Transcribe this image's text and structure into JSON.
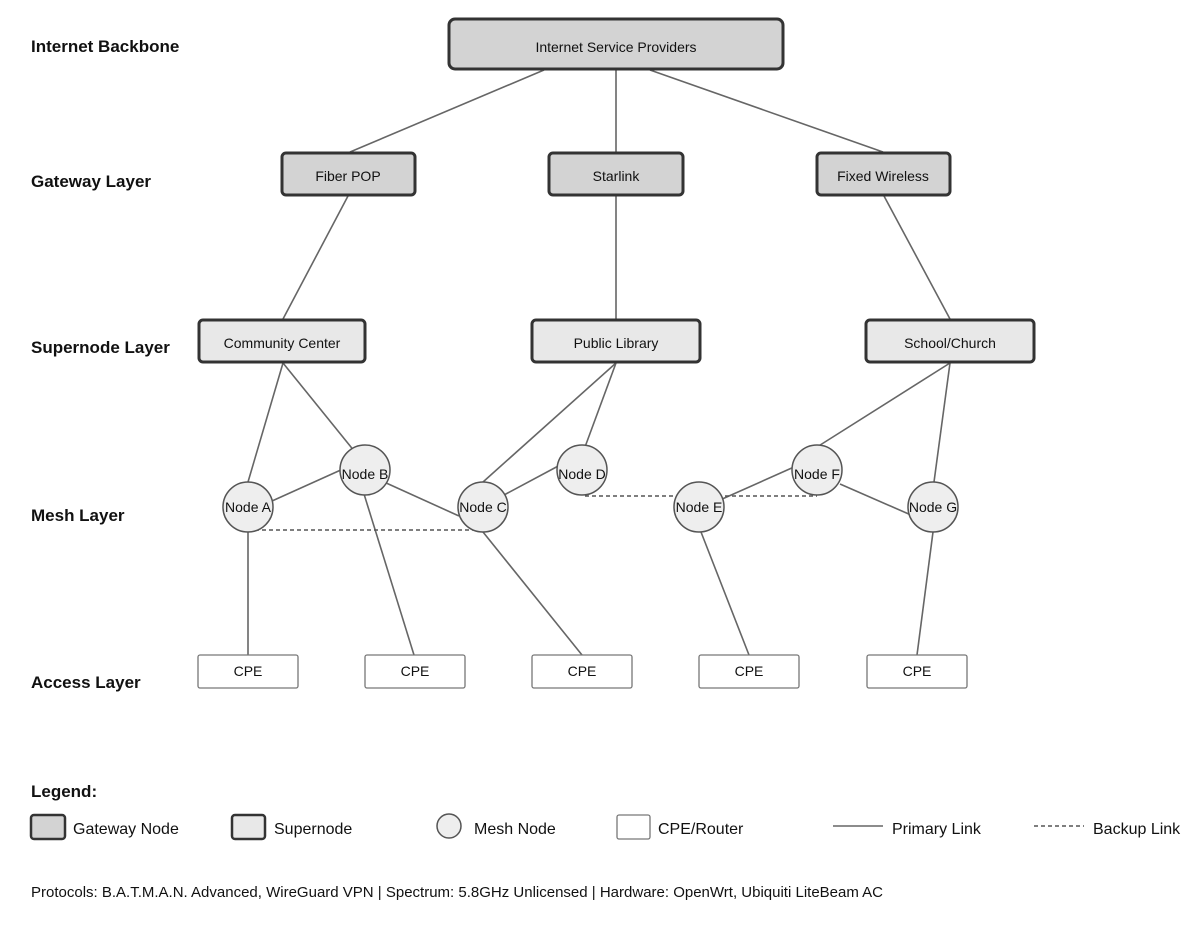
{
  "layers": {
    "backbone": "Internet Backbone",
    "gateway": "Gateway Layer",
    "supernode": "Supernode Layer",
    "mesh": "Mesh Layer",
    "access": "Access Layer"
  },
  "nodes": {
    "isp": "Internet Service Providers",
    "fiber_pop": "Fiber POP",
    "starlink": "Starlink",
    "fixed_wireless": "Fixed Wireless",
    "community_center": "Community Center",
    "public_library": "Public Library",
    "school_church": "School/Church",
    "node_a": "Node A",
    "node_b": "Node B",
    "node_c": "Node C",
    "node_d": "Node D",
    "node_e": "Node E",
    "node_f": "Node F",
    "node_g": "Node G",
    "cpe": [
      "CPE",
      "CPE",
      "CPE",
      "CPE",
      "CPE"
    ]
  },
  "legend": {
    "title": "Legend:",
    "gateway_node": "Gateway Node",
    "supernode": "Supernode",
    "mesh_node": "Mesh Node",
    "cpe_router": "CPE/Router",
    "primary_link": "Primary Link",
    "backup_link": "Backup Link"
  },
  "footer": "Protocols: B.A.T.M.A.N. Advanced, WireGuard VPN | Spectrum: 5.8GHz Unlicensed | Hardware: OpenWrt, Ubiquiti LiteBeam AC",
  "colors": {
    "gateway_fill": "#d3d3d3",
    "supernode_fill": "#e8e8e8",
    "mesh_fill": "#eeeeee",
    "cpe_fill": "#ffffff",
    "stroke": "#333333",
    "link": "#666666"
  }
}
